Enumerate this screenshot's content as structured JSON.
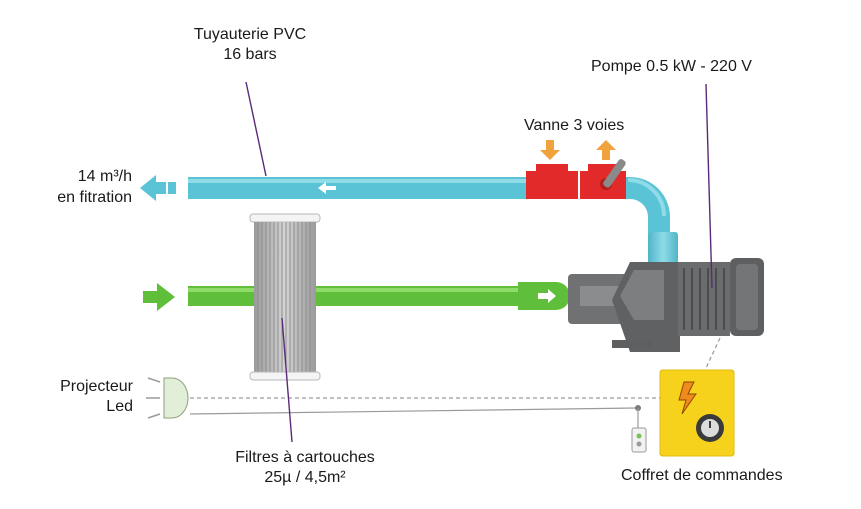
{
  "labels": {
    "pipe_title": "Tuyauterie PVC",
    "pipe_pressure": "16 bars",
    "pump": "Pompe 0.5 kW - 220 V",
    "valve": "Vanne 3 voies",
    "flow_value": "14 m³/h",
    "flow_mode": "en fitration",
    "light_line1": "Projecteur",
    "light_line2": "Led",
    "filter_line1": "Filtres à cartouches",
    "filter_line2": "25µ / 4,5m²",
    "control_box": "Coffret de commandes"
  },
  "colors": {
    "return_pipe": "#5ac4d6",
    "suction_pipe": "#5fbf3a",
    "valve": "#e32a2a",
    "arrow": "#f0a23c",
    "pump_body": "#6f7173",
    "control_box": "#f7d21c",
    "leader_line": "#5a2a7a"
  },
  "icons": [
    "flow-out-arrow-icon",
    "flow-in-arrow-icon",
    "valve-arrow-down-icon",
    "valve-arrow-up-icon",
    "lightning-icon",
    "timer-icon",
    "spotlight-icon",
    "wall-switch-icon"
  ]
}
